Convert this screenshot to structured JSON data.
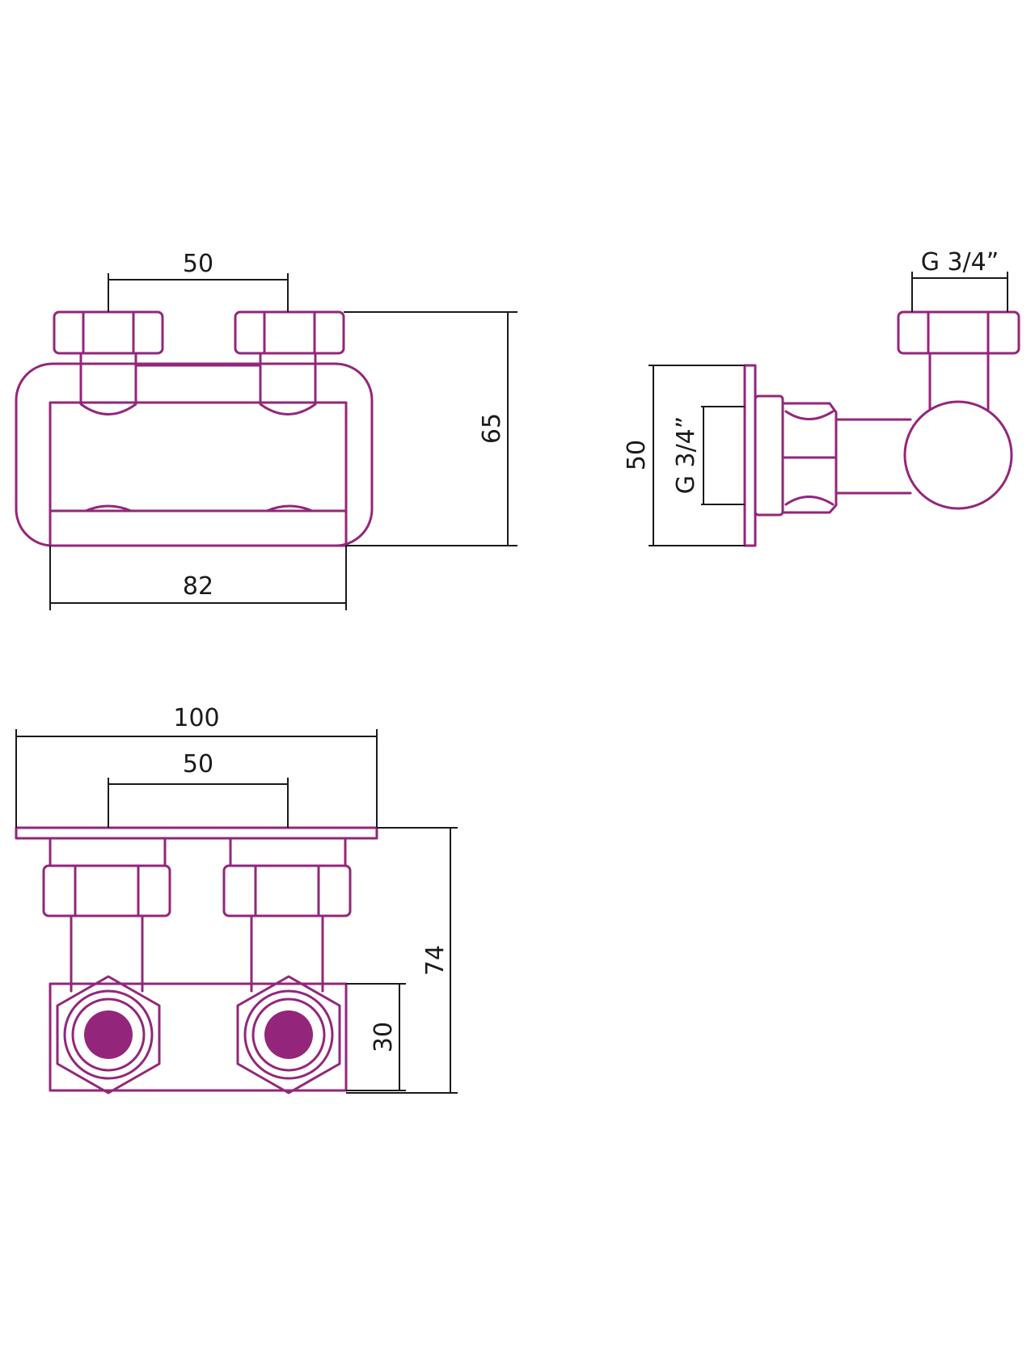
{
  "colors": {
    "part_stroke": "#93267a",
    "dimension_stroke": "#1a1a1a",
    "background": "#ffffff"
  },
  "top_view": {
    "dim_center_spacing": "50",
    "dim_height": "65",
    "dim_width": "82"
  },
  "side_view": {
    "dim_thread_top": "G 3/4”",
    "dim_depth": "50",
    "dim_thread_side": "G 3/4”"
  },
  "front_view": {
    "dim_overall_width": "100",
    "dim_center_spacing": "50",
    "dim_height": "74",
    "dim_outlet_height": "30"
  }
}
